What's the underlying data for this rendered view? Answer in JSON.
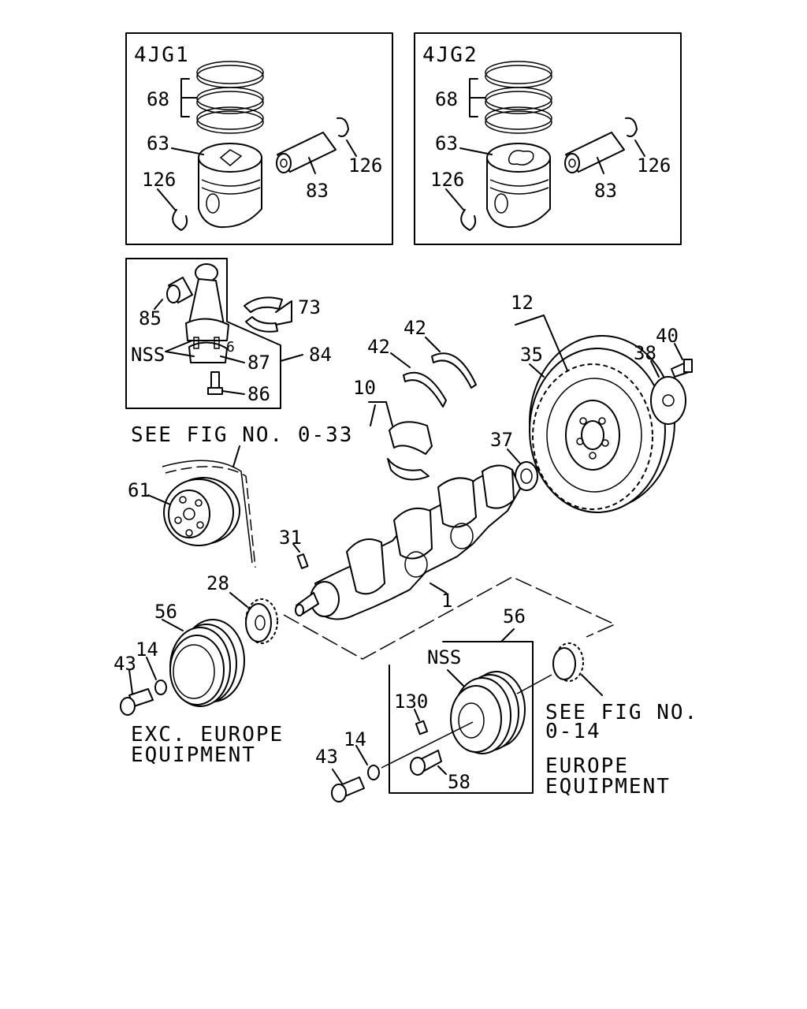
{
  "boxes": {
    "variant_left": "4JG1",
    "variant_right": "4JG2"
  },
  "labels": {
    "rings_l": "68",
    "piston_l": "63",
    "pin_l": "83",
    "clip_l1": "126",
    "clip_l2": "126",
    "rings_r": "68",
    "piston_r": "63",
    "pin_r": "83",
    "clip_r1": "126",
    "clip_r2": "126",
    "bush": "85",
    "rod_bearing": "73",
    "nss_rod": "NSS",
    "nut": "87",
    "rod_assy": "84",
    "rod_bolt": "86",
    "six": "6",
    "thrust_a": "42",
    "thrust_b": "42",
    "main_bearing": "10",
    "flywheel_assy": "12",
    "flywheel": "35",
    "plate": "38",
    "fly_bolt": "40",
    "pilot_bearing": "37",
    "pulley": "61",
    "key": "31",
    "crankshaft": "1",
    "gear": "28",
    "pulley_exc": "56",
    "washer_exc": "14",
    "bolt_exc": "43",
    "pulley_eu": "56",
    "nss_eu": "NSS",
    "pin_eu": "130",
    "washer_eu": "14",
    "bolt_eu": "43",
    "bolt_58": "58"
  },
  "notes": {
    "see_fig_top": "SEE FIG NO. 0-33",
    "exc_line1": "EXC. EUROPE",
    "exc_line2": "EQUIPMENT",
    "see_fig_line1": "SEE FIG NO.",
    "see_fig_line2": "0-14",
    "eu_line1": "EUROPE",
    "eu_line2": "EQUIPMENT"
  }
}
